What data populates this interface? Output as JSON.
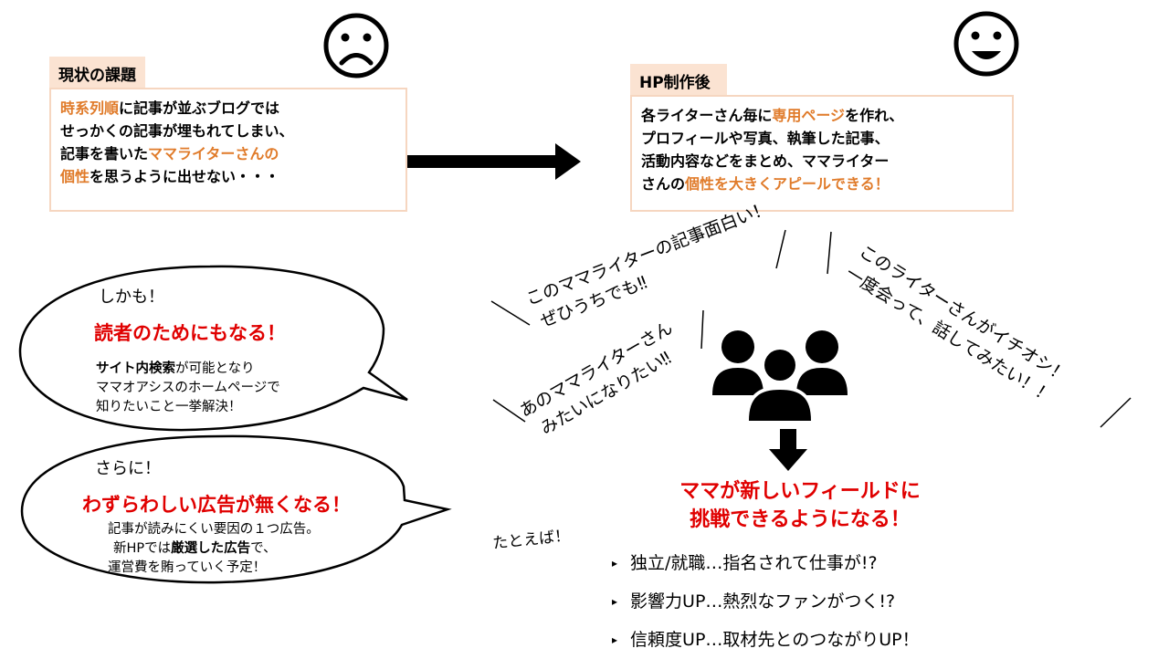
{
  "current": {
    "label": "現状の課題",
    "line1_hl": "時系列順",
    "line1": "に記事が並ぶブログでは",
    "line2": "せっかくの記事が埋もれてしまい、",
    "line3": "記事を書いた",
    "line3_hl": "ママライターさんの",
    "line4_hl": "個性",
    "line4": "を思うように出せない・・・"
  },
  "after": {
    "label": "HP制作後",
    "line1a": "各ライターさん毎に",
    "line1_hl": "専用ページ",
    "line1b": "を作れ、",
    "line2": "プロフィールや写真、執筆した記事、",
    "line3": "活動内容などをまとめ、ママライター",
    "line4": "さんの",
    "line4_hl": "個性を大きくアピールできる！"
  },
  "bubble1": {
    "lead": "しかも！",
    "title": "読者のためにもなる！",
    "line1_bold": "サイト内検索",
    "line1": "が可能となり",
    "line2": "ママオアシスのホームページで",
    "line3": "知りたいこと一挙解決！"
  },
  "bubble2": {
    "lead": "さらに！",
    "title": "わずらわしい広告が無くなる！",
    "line1": "記事が読みにくい要因の１つ広告。",
    "line2a": "新HPでは",
    "line2_bold": "厳選した広告",
    "line2b": "で、",
    "line3": "運営費を賄っていく予定！"
  },
  "voices": {
    "v1_line1": "このママライターの記事面白い！",
    "v1_line2": "ぜひうちでも‼",
    "v2_line1": "あのママライターさん",
    "v2_line2": "みたいになりたい‼",
    "v3_line1": "このライターさんがイチオシ！",
    "v3_line2": "一度会って、話してみたい！！"
  },
  "result": {
    "line1": "ママが新しいフィールドに",
    "line2": "挑戦できるようになる！"
  },
  "example_label": "たとえば！",
  "bullets": [
    "独立/就職…指名されて仕事が!?",
    "影響力UP…熱烈なファンがつく!?",
    "信頼度UP…取材先とのつながりUP！"
  ],
  "icons": {
    "sad": "sad-face-icon",
    "happy": "happy-face-icon",
    "people": "people-group-icon",
    "bullet": "▸"
  },
  "colors": {
    "highlight": "#e07b2a",
    "red": "#e00000",
    "tab_bg": "#fbe3d2",
    "box_border": "#f6d6c0"
  }
}
